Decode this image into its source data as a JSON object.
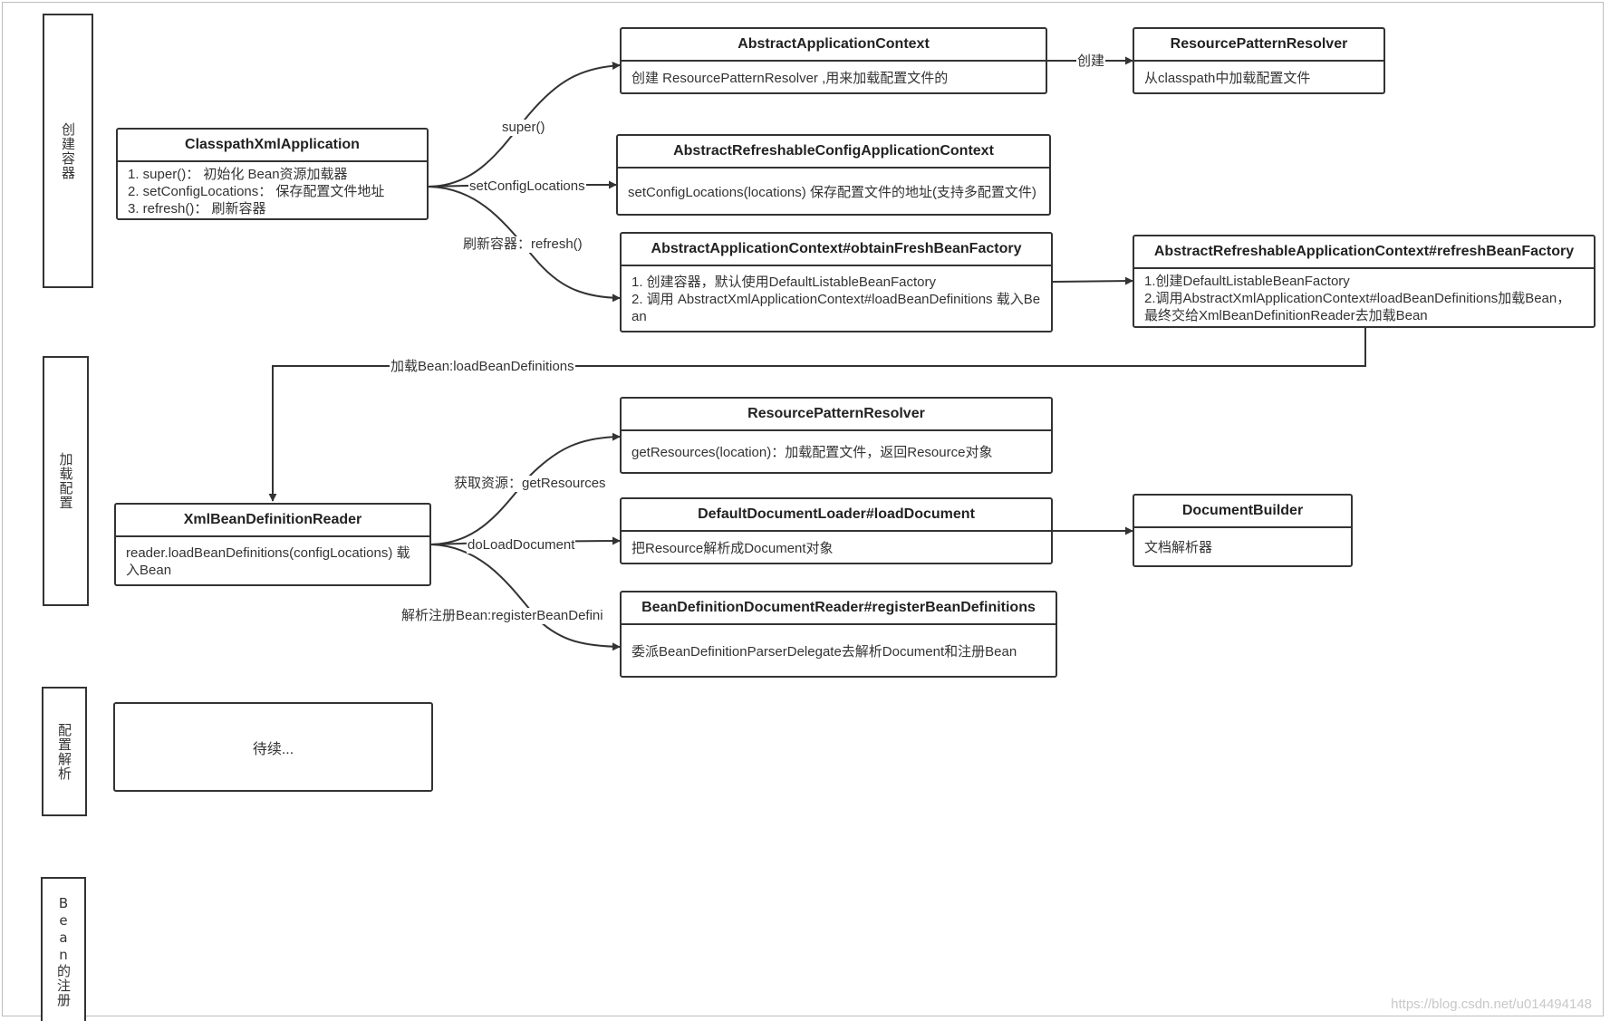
{
  "lanes": [
    {
      "label": "创建容器"
    },
    {
      "label": "加载配置"
    },
    {
      "label": "配置解析"
    },
    {
      "label": "Bean的注册"
    }
  ],
  "nodes": {
    "classpath": {
      "title": "ClasspathXmlApplication",
      "lines": [
        "1. super()： 初始化 Bean资源加载器",
        "2. setConfigLocations： 保存配置文件地址",
        "3. refresh()： 刷新容器"
      ]
    },
    "abstract_app_ctx": {
      "title": "AbstractApplicationContext",
      "lines": [
        "创建 ResourcePatternResolver ,用来加载配置文件的"
      ]
    },
    "resolver_top": {
      "title": "ResourcePatternResolver",
      "lines": [
        "从classpath中加载配置文件"
      ]
    },
    "refreshable_config": {
      "title": "AbstractRefreshableConfigApplicationContext",
      "lines": [
        "setConfigLocations(locations) 保存配置文件的地址(支持多配置文件)"
      ]
    },
    "obtain_fresh": {
      "title": "AbstractApplicationContext#obtainFreshBeanFactory",
      "lines": [
        "1. 创建容器，默认使用DefaultListableBeanFactory",
        "2. 调用 AbstractXmlApplicationContext#loadBeanDefinitions 载入Bean"
      ]
    },
    "refresh_bean_factory": {
      "title": "AbstractRefreshableApplicationContext#refreshBeanFactory",
      "lines": [
        "1.创建DefaultListableBeanFactory",
        "2.调用AbstractXmlApplicationContext#loadBeanDefinitions加载Bean，最终交给XmlBeanDefinitionReader去加载Bean"
      ]
    },
    "xml_reader": {
      "title": "XmlBeanDefinitionReader",
      "lines": [
        "reader.loadBeanDefinitions(configLocations) 载入Bean"
      ]
    },
    "resolver_mid": {
      "title": "ResourcePatternResolver",
      "lines": [
        "getResources(location)：加载配置文件，返回Resource对象"
      ]
    },
    "doc_loader": {
      "title": "DefaultDocumentLoader#loadDocument",
      "lines": [
        "把Resource解析成Document对象"
      ]
    },
    "doc_builder": {
      "title": "DocumentBuilder",
      "lines": [
        "文档解析器"
      ]
    },
    "doc_reader": {
      "title": "BeanDefinitionDocumentReader#registerBeanDefinitions",
      "lines": [
        "委派BeanDefinitionParserDelegate去解析Document和注册Bean"
      ]
    },
    "todo": {
      "text": "待续..."
    }
  },
  "edge_labels": {
    "super": "super()",
    "set_config": "setConfigLocations",
    "refresh": "刷新容器：refresh()",
    "create": "创建",
    "load_bean": "加载Bean:loadBeanDefinitions",
    "get_resources": "获取资源：getResources",
    "do_load": "doLoadDocument",
    "register": "解析注册Bean:registerBeanDefini"
  },
  "watermark": "https://blog.csdn.net/u014494148",
  "colors": {
    "stroke": "#333333",
    "background": "#ffffff"
  }
}
